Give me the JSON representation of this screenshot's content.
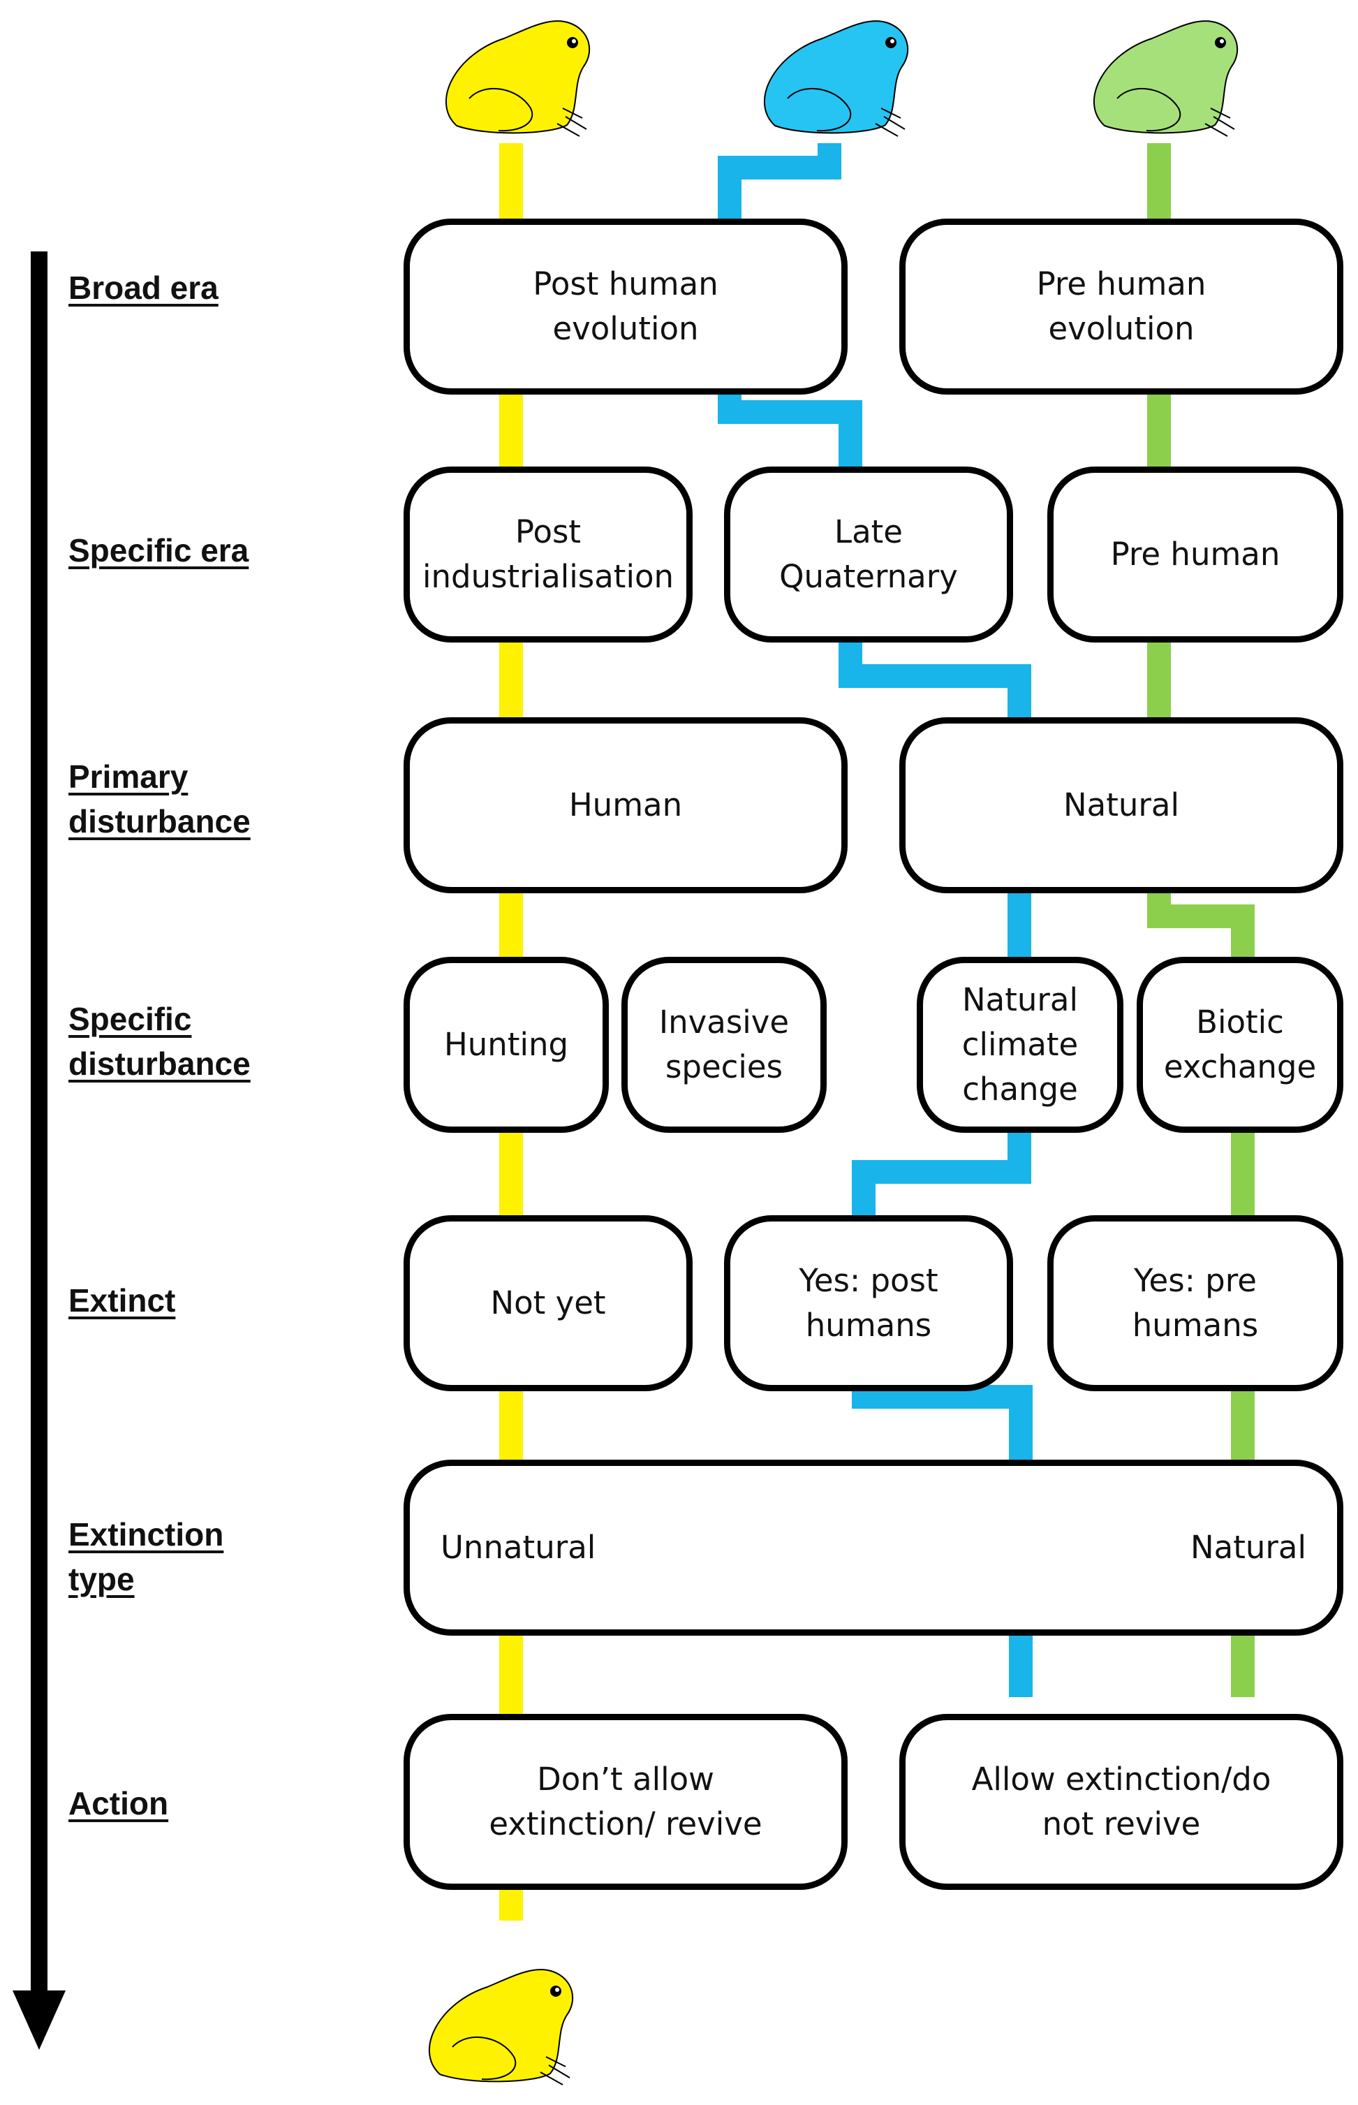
{
  "colors": {
    "yellow_path": "#fff200",
    "blue_path": "#19b4ea",
    "green_path": "#8ccf4d",
    "outline": "#000000",
    "arrow": "#000000"
  },
  "icons": {
    "frog_top_left": "frog-icon",
    "frog_top_middle": "frog-icon",
    "frog_top_right": "frog-icon",
    "frog_bottom": "frog-icon"
  },
  "rows": {
    "broad_era": "Broad era",
    "specific_era": "Specific era",
    "primary_disturbance_l1": "Primary",
    "primary_disturbance_l2": "disturbance",
    "specific_disturbance_l1": "Specific",
    "specific_disturbance_l2": "disturbance",
    "extinct": "Extinct",
    "extinction_type_l1": "Extinction",
    "extinction_type_l2": "type",
    "action": "Action"
  },
  "nodes": {
    "post_human_evolution": [
      "Post human",
      "evolution"
    ],
    "pre_human_evolution": [
      "Pre human",
      "evolution"
    ],
    "post_industrialisation": [
      "Post",
      "industrialisation"
    ],
    "late_quaternary": [
      "Late",
      "Quaternary"
    ],
    "pre_human": "Pre human",
    "human": "Human",
    "natural_disturbance": "Natural",
    "hunting": "Hunting",
    "invasive_species": [
      "Invasive",
      "species"
    ],
    "natural_climate_change": [
      "Natural",
      "climate",
      "change"
    ],
    "biotic_exchange": [
      "Biotic",
      "exchange"
    ],
    "not_yet": "Not yet",
    "yes_post_humans": [
      "Yes: post",
      "humans"
    ],
    "yes_pre_humans": [
      "Yes: pre",
      "humans"
    ],
    "unnatural": "Unnatural",
    "natural_type": "Natural",
    "dont_allow": [
      "Don’t allow",
      "extinction/ revive"
    ],
    "allow": [
      "Allow extinction/do",
      "not revive"
    ]
  }
}
